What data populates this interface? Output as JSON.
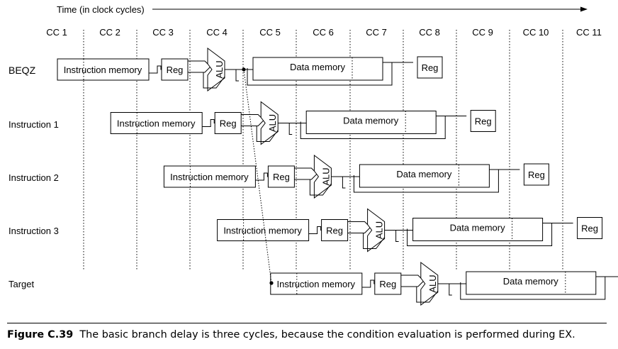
{
  "time_label": "Time (in clock cycles)",
  "clock_cycles": [
    "CC 1",
    "CC 2",
    "CC 3",
    "CC 4",
    "CC 5",
    "CC 6",
    "CC 7",
    "CC 8",
    "CC 9",
    "CC 10",
    "CC 11"
  ],
  "stage_labels": {
    "imem": "Instruction memory",
    "reg": "Reg",
    "alu": "ALU",
    "dmem": "Data memory"
  },
  "rows": [
    {
      "label": "BEQZ",
      "start": 0
    },
    {
      "label": "Instruction 1",
      "start": 1
    },
    {
      "label": "Instruction 2",
      "start": 2
    },
    {
      "label": "Instruction 3",
      "start": 3
    },
    {
      "label": "Target",
      "start": 4
    }
  ],
  "caption": {
    "figure": "Figure C.39",
    "text": "The basic branch delay is three cycles, because the condition evaluation is performed during EX."
  }
}
